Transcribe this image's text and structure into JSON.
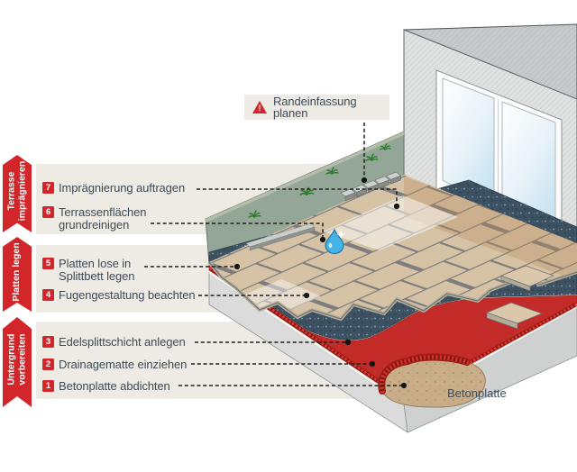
{
  "colors": {
    "brand_red": "#d2262a",
    "band_beige": "#edebe4",
    "label_text": "#3e4c59",
    "tile_beige": "#d6c2a4",
    "splitt_dark": "#3c5263",
    "drainage_red": "#c32b28",
    "slab_gray": "#d5d6d5",
    "garden_green": "#94a697",
    "water_blue": "#45b3e8"
  },
  "phases": [
    {
      "label": "Terrasse\nimprägnieren"
    },
    {
      "label": "Platten legen"
    },
    {
      "label": "Untergrund\nvorbereiten"
    }
  ],
  "steps": [
    {
      "num": "7",
      "label": "Imprägnierung auftragen"
    },
    {
      "num": "6",
      "label": "Terrassenflächen\ngrundreinigen"
    },
    {
      "num": "5",
      "label": "Platten lose in\nSplittbett legen"
    },
    {
      "num": "4",
      "label": "Fugengestaltung beachten"
    },
    {
      "num": "3",
      "label": "Edelsplittschicht anlegen"
    },
    {
      "num": "2",
      "label": "Drainagematte einziehen"
    },
    {
      "num": "1",
      "label": "Betonplatte abdichten"
    }
  ],
  "warning_note": {
    "label": "Randeinfassung planen",
    "icon": "warning-triangle-icon",
    "icon_glyph": "!"
  },
  "diagram_labels": {
    "concrete_slab": "Betonplatte"
  }
}
